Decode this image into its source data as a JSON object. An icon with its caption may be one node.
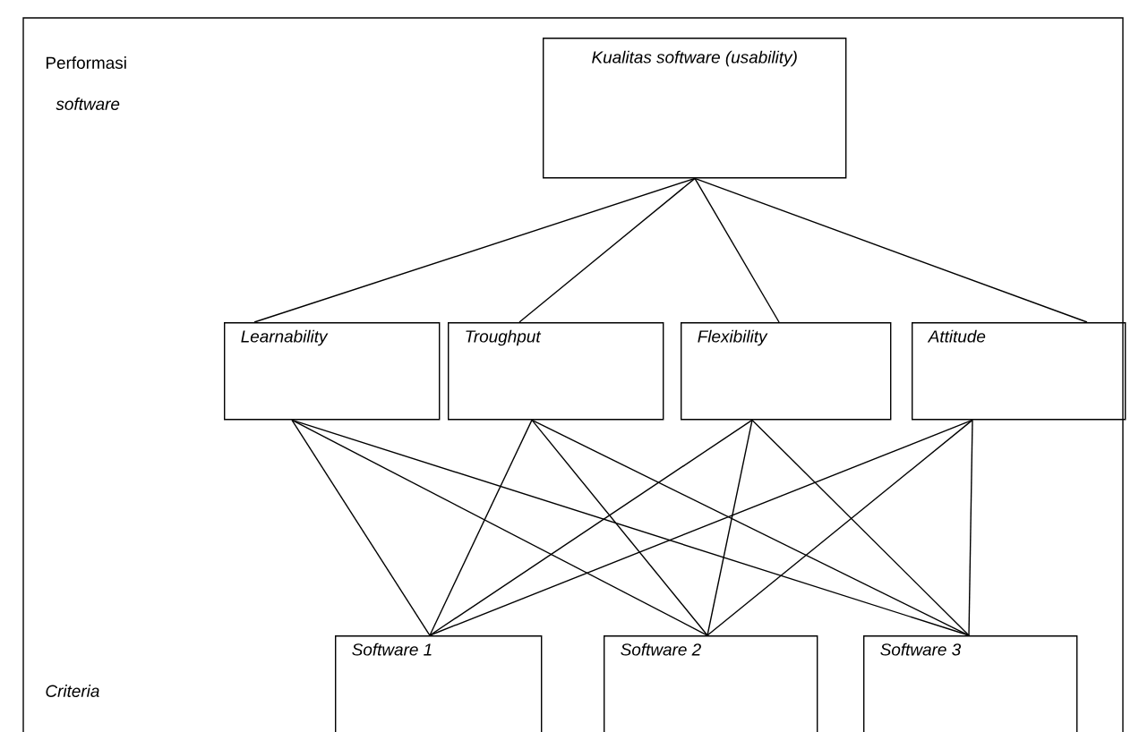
{
  "diagram": {
    "nodes": [
      {
        "text": [
          "Kualitas software (usability)"
        ]
      },
      {
        "text": [
          "Learnability"
        ]
      },
      {
        "text": [
          "Troughput"
        ]
      },
      {
        "text": [
          "Flexibility"
        ]
      },
      {
        "text": [
          "Attitude"
        ]
      },
      {
        "text": [
          "Software 1"
        ]
      },
      {
        "text": [
          "Software 2"
        ]
      },
      {
        "text": [
          "Software 3"
        ]
      }
    ],
    "edges": [
      {
        "from": 0,
        "to": 1,
        "arrow": "none"
      },
      {
        "from": 0,
        "to": 2,
        "arrow": "none"
      },
      {
        "from": 0,
        "to": 3,
        "arrow": "none"
      },
      {
        "from": 0,
        "to": 4,
        "arrow": "none"
      },
      {
        "from": 1,
        "to": 5,
        "arrow": "none"
      },
      {
        "from": 1,
        "to": 6,
        "arrow": "none"
      },
      {
        "from": 1,
        "to": 7,
        "arrow": "none"
      },
      {
        "from": 2,
        "to": 5,
        "arrow": "none"
      },
      {
        "from": 2,
        "to": 6,
        "arrow": "none"
      },
      {
        "from": 2,
        "to": 7,
        "arrow": "none"
      },
      {
        "from": 3,
        "to": 5,
        "arrow": "none"
      },
      {
        "from": 3,
        "to": 6,
        "arrow": "none"
      },
      {
        "from": 3,
        "to": 7,
        "arrow": "none"
      },
      {
        "from": 4,
        "to": 5,
        "arrow": "none"
      },
      {
        "from": 4,
        "to": 6,
        "arrow": "none"
      },
      {
        "from": 4,
        "to": 7,
        "arrow": "none"
      }
    ],
    "labels": [
      "Performasi",
      "software",
      "Criteria"
    ]
  }
}
